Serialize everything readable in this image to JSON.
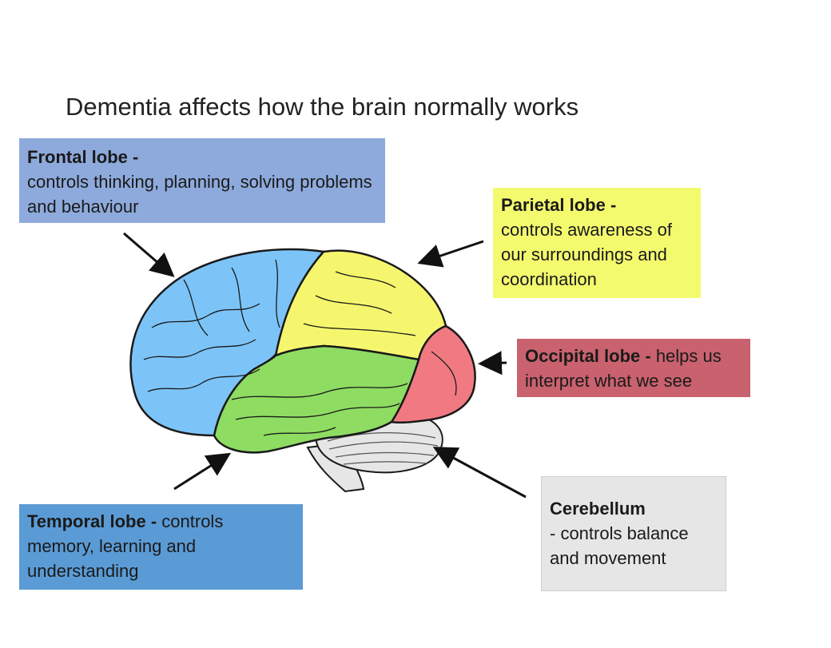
{
  "title": "Dementia affects how the brain normally works",
  "labels": {
    "frontal": {
      "name": "Frontal lobe -",
      "desc": "controls thinking, planning, solving problems and behaviour"
    },
    "parietal": {
      "name": "Parietal lobe -",
      "desc": "controls  awareness of our surroundings and coordination"
    },
    "occipital": {
      "name": "Occipital lobe -",
      "desc": " helps us interpret what we see"
    },
    "temporal": {
      "name": "Temporal lobe -",
      "desc": " controls memory, learning and understanding"
    },
    "cerebellum": {
      "name": "Cerebellum",
      "desc": "- controls balance and movement"
    }
  },
  "colors": {
    "frontal_lobe": "#7cc4f8",
    "parietal_lobe": "#f6f66e",
    "occipital_lobe": "#f17a82",
    "temporal_lobe": "#8fdc62",
    "cerebellum": "#e6e6e6",
    "frontal_box": "#8eaadc",
    "parietal_box": "#f4fa6e",
    "occipital_box": "#c9626e",
    "temporal_box": "#5b9bd5",
    "cerebellum_box": "#e7e6e6"
  }
}
